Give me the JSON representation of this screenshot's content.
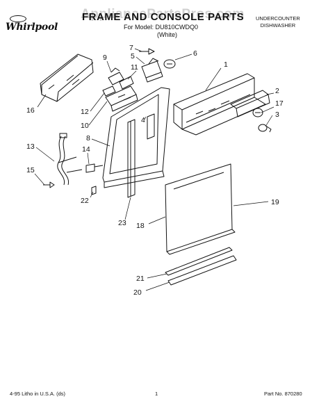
{
  "header": {
    "brand": "Whirlpool",
    "title": "FRAME AND CONSOLE PARTS",
    "model_line": "For Model: DU810CWDQ0",
    "color_line": "(White)",
    "product_type_line1": "UNDERCOUNTER",
    "product_type_line2": "DISHWASHER",
    "watermark": "AppliancePartsPros.com"
  },
  "callouts": {
    "c1": "1",
    "c2": "2",
    "c3": "3",
    "c4": "4",
    "c5": "5",
    "c6": "6",
    "c7": "7",
    "c8": "8",
    "c9": "9",
    "c10": "10",
    "c11": "11",
    "c12": "12",
    "c13": "13",
    "c14": "14",
    "c15": "15",
    "c16": "16",
    "c17": "17",
    "c18": "18",
    "c19": "19",
    "c20": "20",
    "c21": "21",
    "c22": "22",
    "c23": "23"
  },
  "footer": {
    "left": "4-95  Litho in U.S.A. (ds)",
    "center": "1",
    "right": "Part No. 870280"
  }
}
